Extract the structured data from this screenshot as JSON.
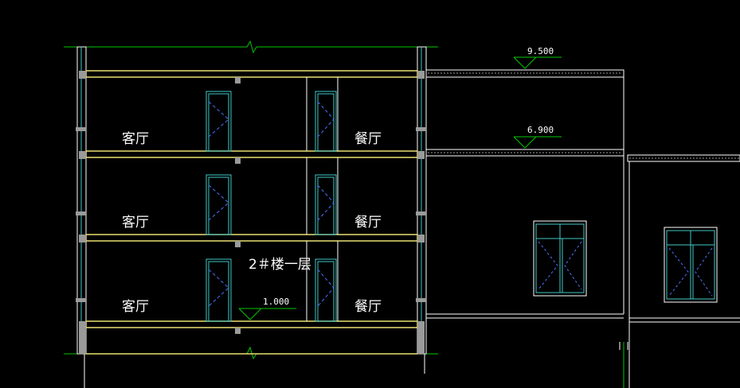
{
  "drawing": {
    "building_label": "2＃楼一层",
    "rooms": {
      "living_f3": "客厅",
      "dining_f3": "餐厅",
      "living_f2": "客厅",
      "dining_f2": "餐厅",
      "living_f1": "客厅",
      "dining_f1": "餐厅"
    },
    "elevations": {
      "roof_top": "9.500",
      "roof_mid": "6.900",
      "floor_1": "1.000"
    }
  },
  "colors": {
    "background": "#000000",
    "dimension_line": "#00c800",
    "slab": "#e8e070",
    "wall": "#9a9a9a",
    "building_outline": "#ffffff",
    "window_frame": "#40c8c8",
    "door_dashed": "#4a72ff"
  }
}
